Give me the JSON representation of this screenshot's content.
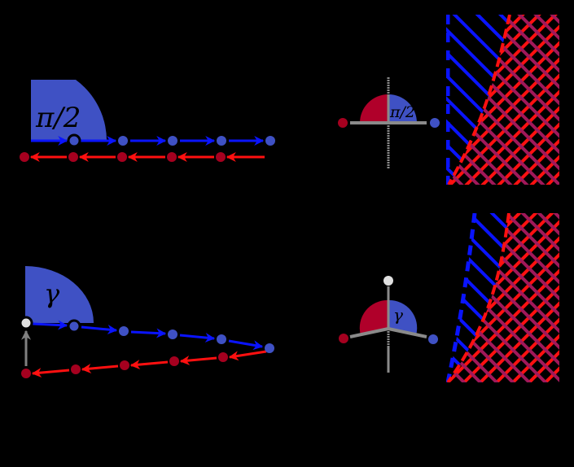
{
  "colors": {
    "background": "#000000",
    "wedge_blue": "#3f51c4",
    "wedge_red": "#b0002a",
    "node_blue": "#3f51c4",
    "node_red": "#a5001f",
    "node_gray": "#e0e0e0",
    "arrow_blue": "#0a14ff",
    "arrow_red": "#ff1010",
    "arrow_gray": "#808080",
    "axis_gray": "#8a8a8a",
    "hatch_blue": "#0a14ff",
    "hatch_red": "#ff1010",
    "hatch_purple": "#a0185a"
  },
  "panels": {
    "top": {
      "wedge_label": "π/2",
      "center_label": "π/2",
      "blue_nodes": [
        [
          91,
          173
        ],
        [
          151,
          173
        ],
        [
          212,
          173
        ],
        [
          272,
          173
        ],
        [
          332,
          173
        ]
      ],
      "red_nodes": [
        [
          30,
          193
        ],
        [
          90,
          193
        ],
        [
          150,
          193
        ],
        [
          211,
          193
        ],
        [
          271,
          193
        ]
      ]
    },
    "bottom": {
      "wedge_label": "γ",
      "center_label": "γ",
      "gray_node": [
        32,
        397
      ],
      "blue_nodes": [
        [
          91,
          401
        ],
        [
          152,
          407
        ],
        [
          212,
          411
        ],
        [
          272,
          417
        ],
        [
          331,
          428
        ]
      ],
      "red_nodes": [
        [
          32,
          459
        ],
        [
          93,
          454
        ],
        [
          153,
          449
        ],
        [
          214,
          444
        ],
        [
          274,
          439
        ]
      ]
    }
  }
}
